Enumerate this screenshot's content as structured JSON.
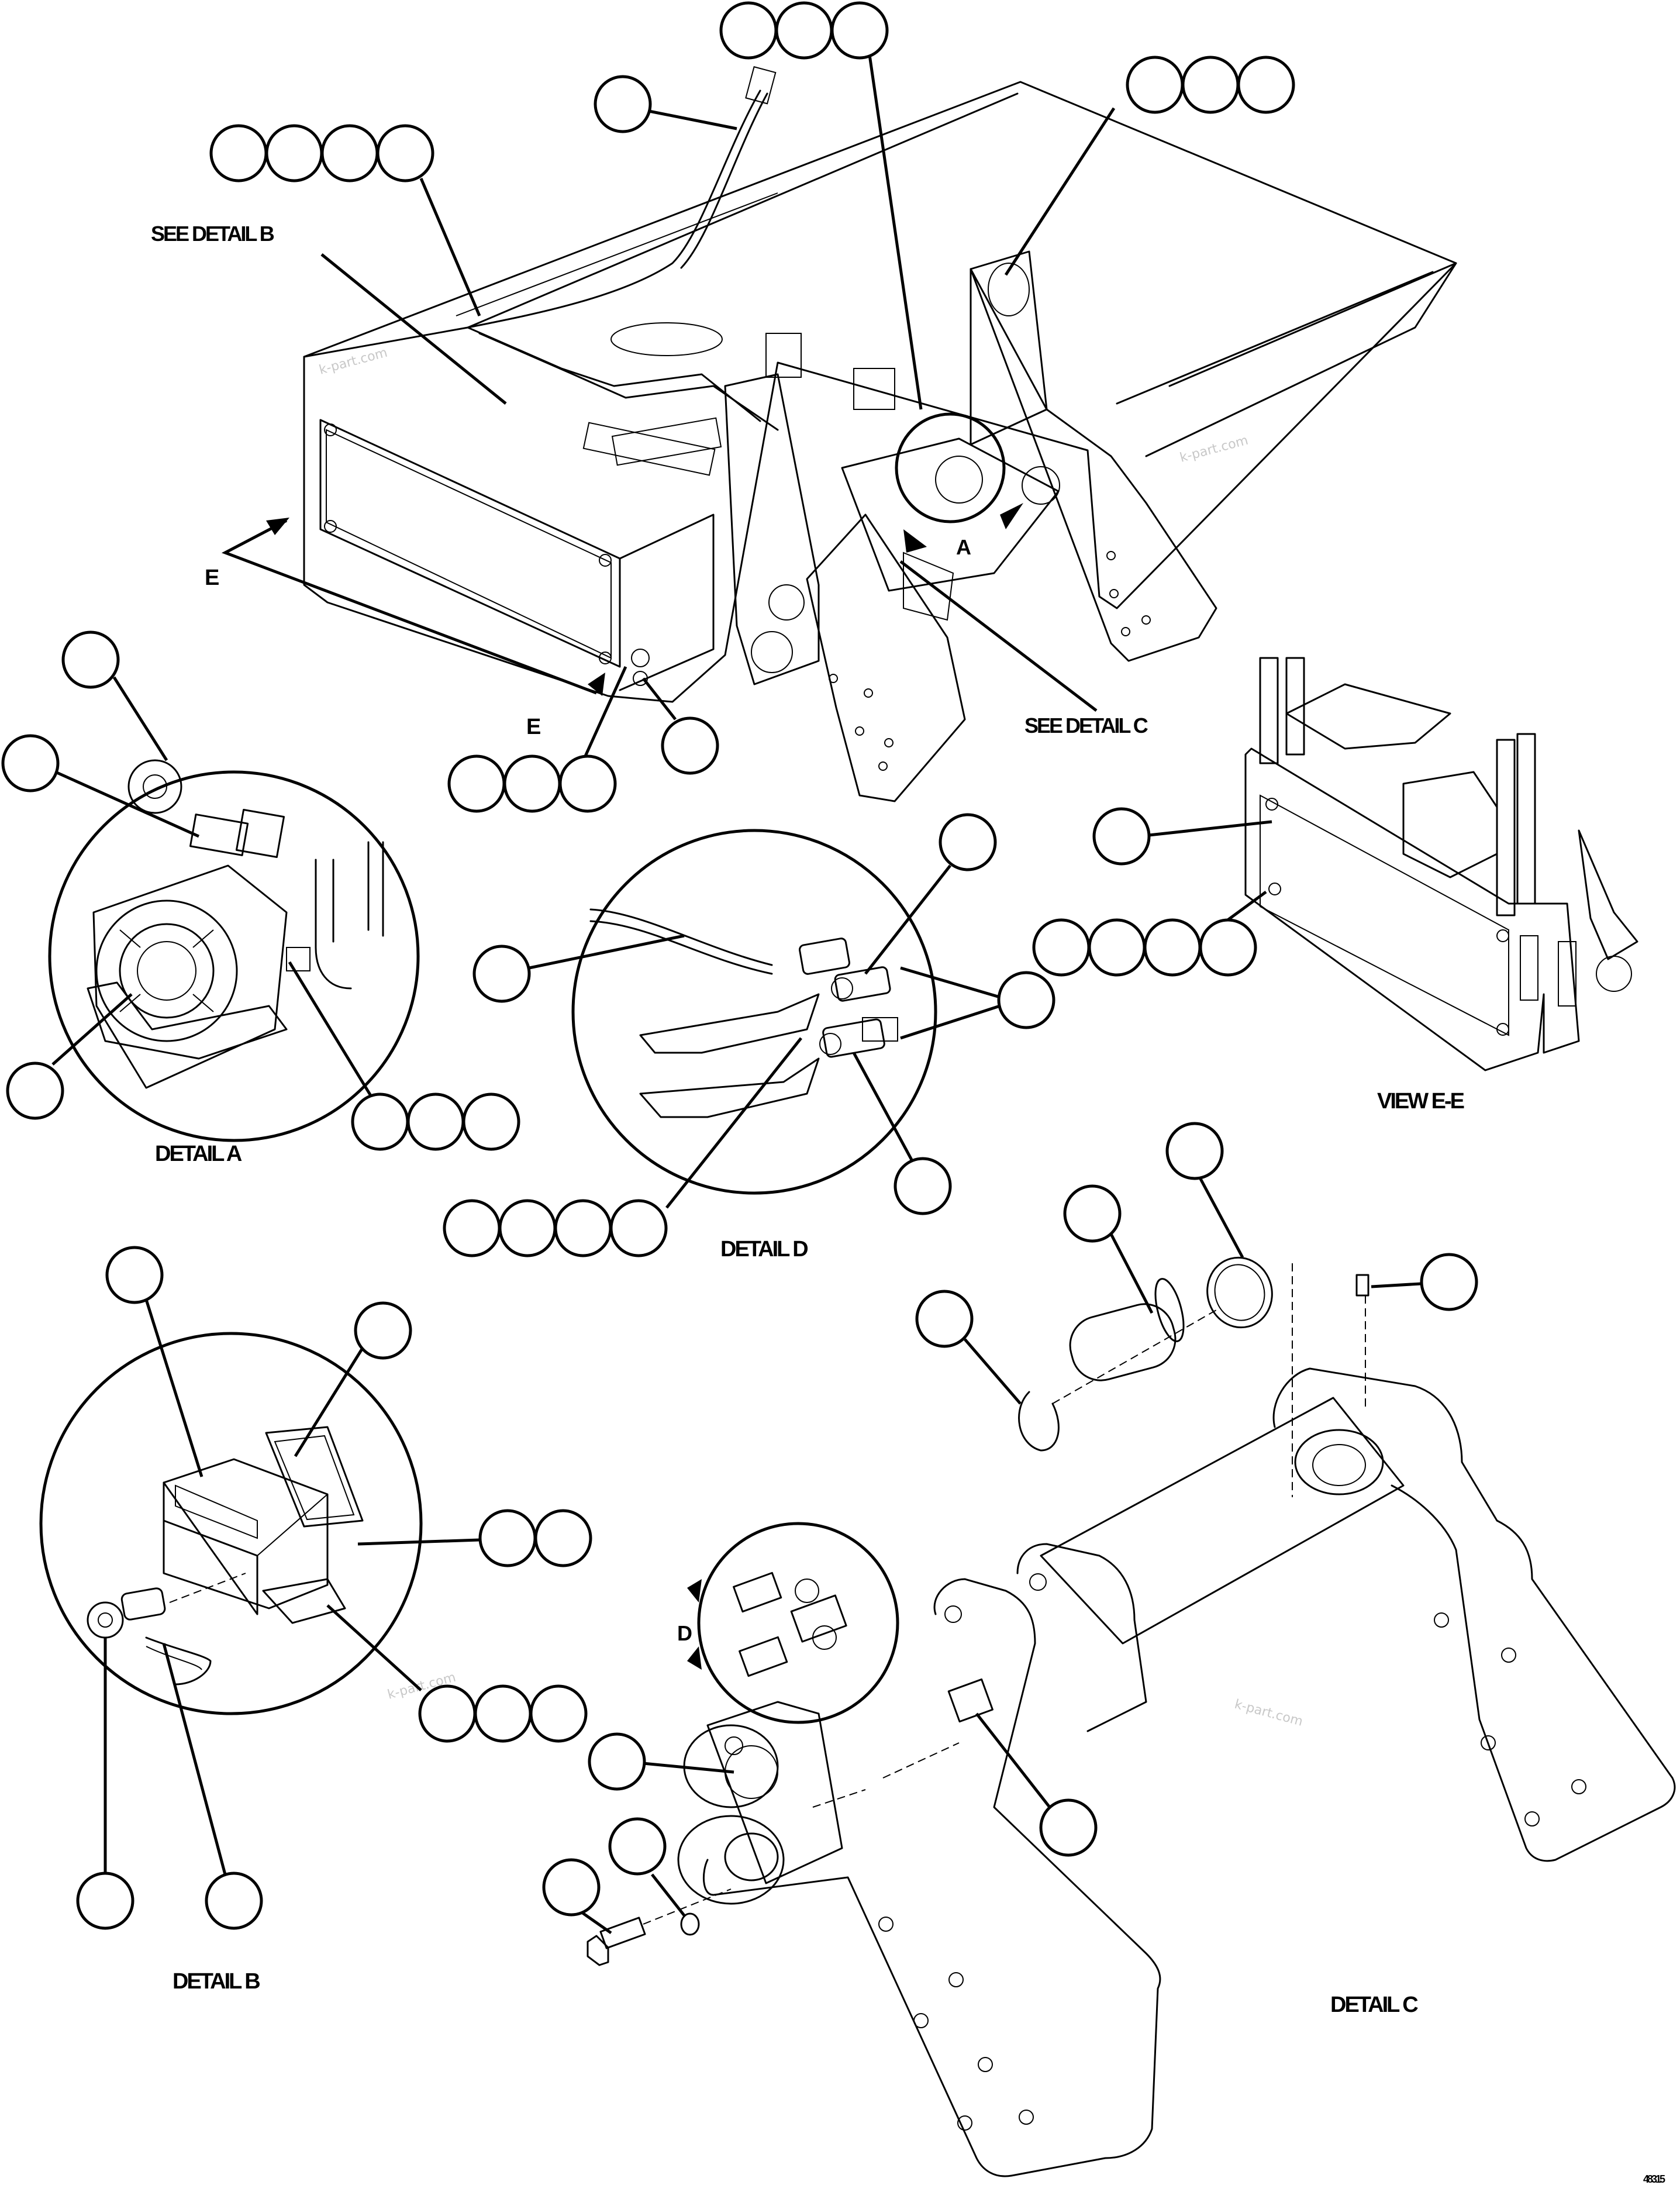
{
  "labels": {
    "see_detail_b": "SEE DETAIL B",
    "see_detail_c": "SEE DETAIL C",
    "view_e_e": "VIEW E-E",
    "detail_a": "DETAIL A",
    "detail_b": "DETAIL B",
    "detail_c": "DETAIL C",
    "detail_d": "DETAIL D",
    "section_e_upper": "E",
    "section_e_lower": "E",
    "arrow_a": "A",
    "arrow_d": "D",
    "drawing_number": "48315"
  },
  "watermarks": [
    "k-part.com",
    "k-part.com",
    "k-part.com",
    "k-part.com"
  ],
  "callout_groups": {
    "top_connector": 1,
    "top_triple": 3,
    "top_right_triple": 3,
    "top_left_quad": 4,
    "box_lower_triple": 3,
    "box_lower_single": 1,
    "detail_a_top": 1,
    "detail_a_left": 1,
    "detail_a_bottom": 1,
    "detail_a_triple": 3,
    "detail_d_top": 1,
    "detail_d_left": 1,
    "detail_d_right": 1,
    "detail_d_bottom": 1,
    "detail_d_quad": 4,
    "view_ee_single": 1,
    "view_ee_quad": 4,
    "detail_b_top_left": 1,
    "detail_b_top_right": 1,
    "detail_b_double": 2,
    "detail_b_triple": 3,
    "detail_b_bottom_left": 1,
    "detail_b_bottom_right": 1,
    "detail_c_snap_ring_top": 1,
    "detail_c_pin": 1,
    "detail_c_snap_ring_left": 1,
    "detail_c_fitting": 1,
    "detail_c_bushing": 1,
    "detail_c_switch": 1,
    "detail_c_washer": 1,
    "detail_c_bolt": 1
  }
}
